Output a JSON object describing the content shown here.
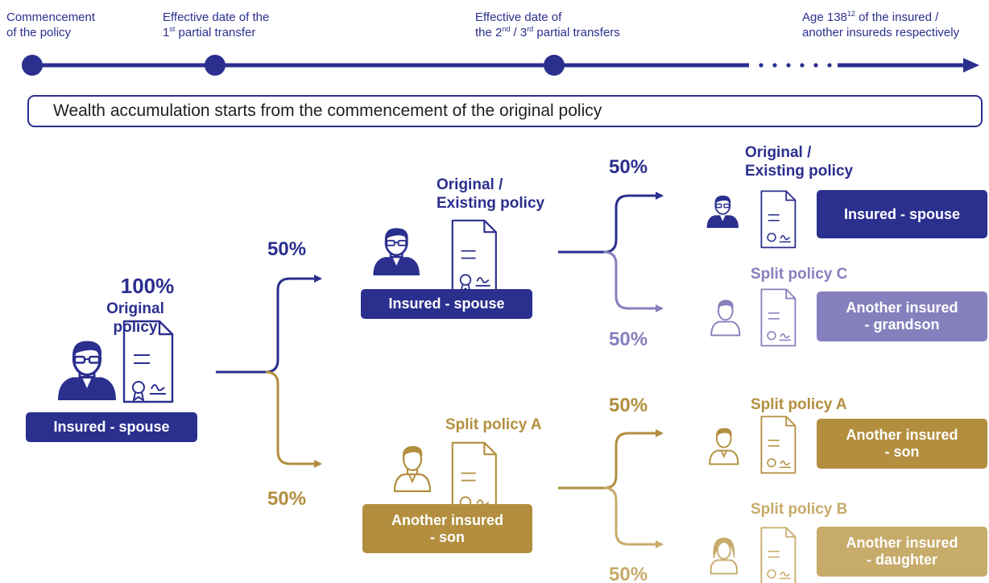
{
  "colors": {
    "navy": "#2b2f8e",
    "lavender": "#8580bd",
    "gold": "#b28e3e",
    "light_gold": "#c7ab6a"
  },
  "timeline": {
    "label1": [
      "Commencement",
      "of the policy"
    ],
    "label2": {
      "line1": "Effective date of the",
      "line2_pre": "1",
      "line2_sup": "st",
      "line2_post": " partial transfer"
    },
    "label3": {
      "line1": "Effective date of",
      "line2_pre": "the 2",
      "line2_sup1": "nd",
      "line2_mid": " / 3",
      "line2_sup2": "rd",
      "line2_post": " partial transfers"
    },
    "label4": {
      "line1_pre": "Age 138",
      "line1_sup": "12",
      "line1_post": " of the insured /",
      "line2": "another insureds respectively"
    }
  },
  "banner": "Wealth accumulation starts from the commencement of the original policy",
  "stage1": {
    "percent": "100%",
    "title": [
      "Original",
      "policy"
    ],
    "box": "Insured - spouse"
  },
  "stage2": {
    "upper": {
      "percent": "50%",
      "title": [
        "Original /",
        "Existing policy"
      ],
      "box": "Insured - spouse"
    },
    "lower": {
      "percent": "50%",
      "title": "Split policy A",
      "box": [
        "Another insured",
        "- son"
      ]
    }
  },
  "stage3": [
    {
      "percent": "50%",
      "title": [
        "Original /",
        "Existing policy"
      ],
      "box": [
        "Insured - spouse"
      ],
      "person": "man-glasses-icon"
    },
    {
      "percent": "50%",
      "title": [
        "Split policy C"
      ],
      "box": [
        "Another insured",
        "- grandson"
      ],
      "person": "boy-icon"
    },
    {
      "percent": "50%",
      "title": [
        "Split policy A"
      ],
      "box": [
        "Another insured",
        "- son"
      ],
      "person": "man-icon"
    },
    {
      "percent": "50%",
      "title": [
        "Split policy B"
      ],
      "box": [
        "Another insured",
        "- daughter"
      ],
      "person": "woman-icon"
    }
  ]
}
